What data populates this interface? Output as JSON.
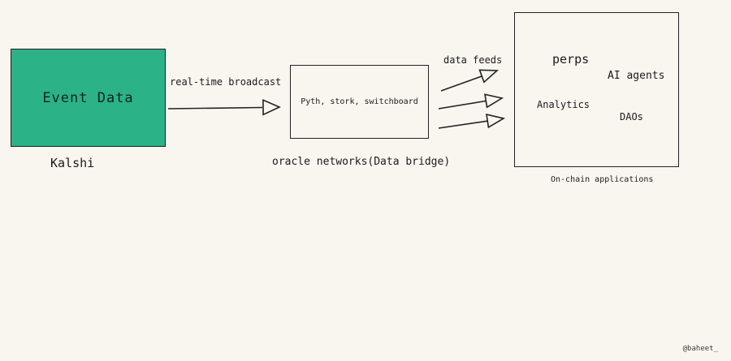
{
  "colors": {
    "background": "#f9f6f0",
    "source_box_fill": "#2bb286",
    "stroke": "#222222"
  },
  "diagram": {
    "source": {
      "label": "Event Data",
      "caption": "Kalshi"
    },
    "broadcast_arrow": {
      "label": "real-time broadcast"
    },
    "oracle": {
      "label": "Pyth, stork, switchboard",
      "caption": "oracle networks(Data bridge)"
    },
    "feeds_arrow": {
      "label": "data feeds"
    },
    "applications": {
      "items": {
        "perps": "perps",
        "ai_agents": "AI agents",
        "analytics": "Analytics",
        "daos": "DAOs"
      },
      "caption": "On-chain applications"
    },
    "watermark": "@baheet_"
  }
}
